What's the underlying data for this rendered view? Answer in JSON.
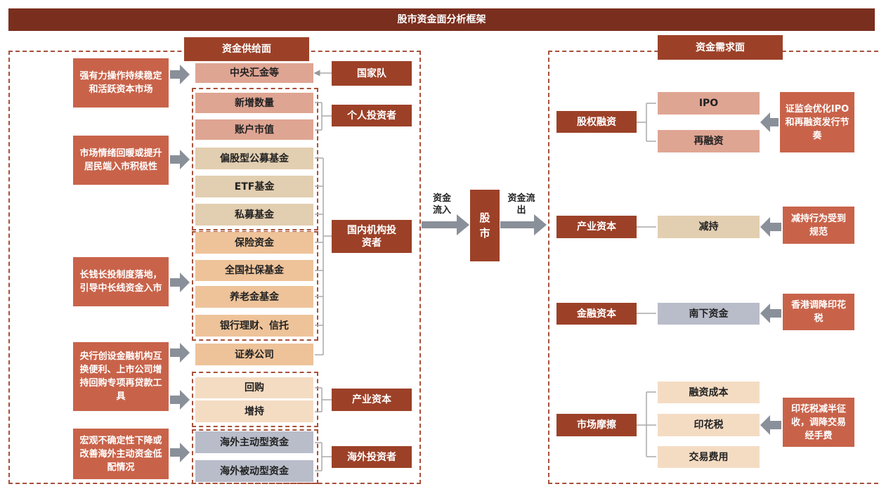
{
  "title": "股市资金面分析框架",
  "supply": {
    "header": "资金供给面",
    "causes": [
      "强有力操作持续稳定和活跃资本市场",
      "市场情绪回暖或提升居民端入市积极性",
      "长钱长投制度落地，引导中长线资金入市",
      "央行创设金融机构互换便利、上市公司增持回购专项再贷款工具",
      "宏观不确定性下降或改善海外主动资金低配情况"
    ],
    "items": [
      "中央汇金等",
      "新增数量",
      "账户市值",
      "偏股型公募基金",
      "ETF基金",
      "私募基金",
      "保险资金",
      "全国社保基金",
      "养老金基金",
      "银行理财、信托",
      "证券公司",
      "回购",
      "增持",
      "海外主动型资金",
      "海外被动型资金"
    ],
    "categories": [
      "国家队",
      "个人投资者",
      "国内机构投资者",
      "产业资本",
      "海外投资者"
    ]
  },
  "center": {
    "inflow": "资金流入",
    "market": "股市",
    "outflow": "资金流出"
  },
  "demand": {
    "header": "资金需求面",
    "categories": [
      "股权融资",
      "产业资本",
      "金融资本",
      "市场摩擦"
    ],
    "items": [
      "IPO",
      "再融资",
      "减持",
      "南下资金",
      "融资成本",
      "印花税",
      "交易费用"
    ],
    "causes": [
      "证监会优化IPO和再融资发行节奏",
      "减持行为受到规范",
      "香港调降印花税",
      "印花税减半征收，调降交易经手费"
    ]
  }
}
